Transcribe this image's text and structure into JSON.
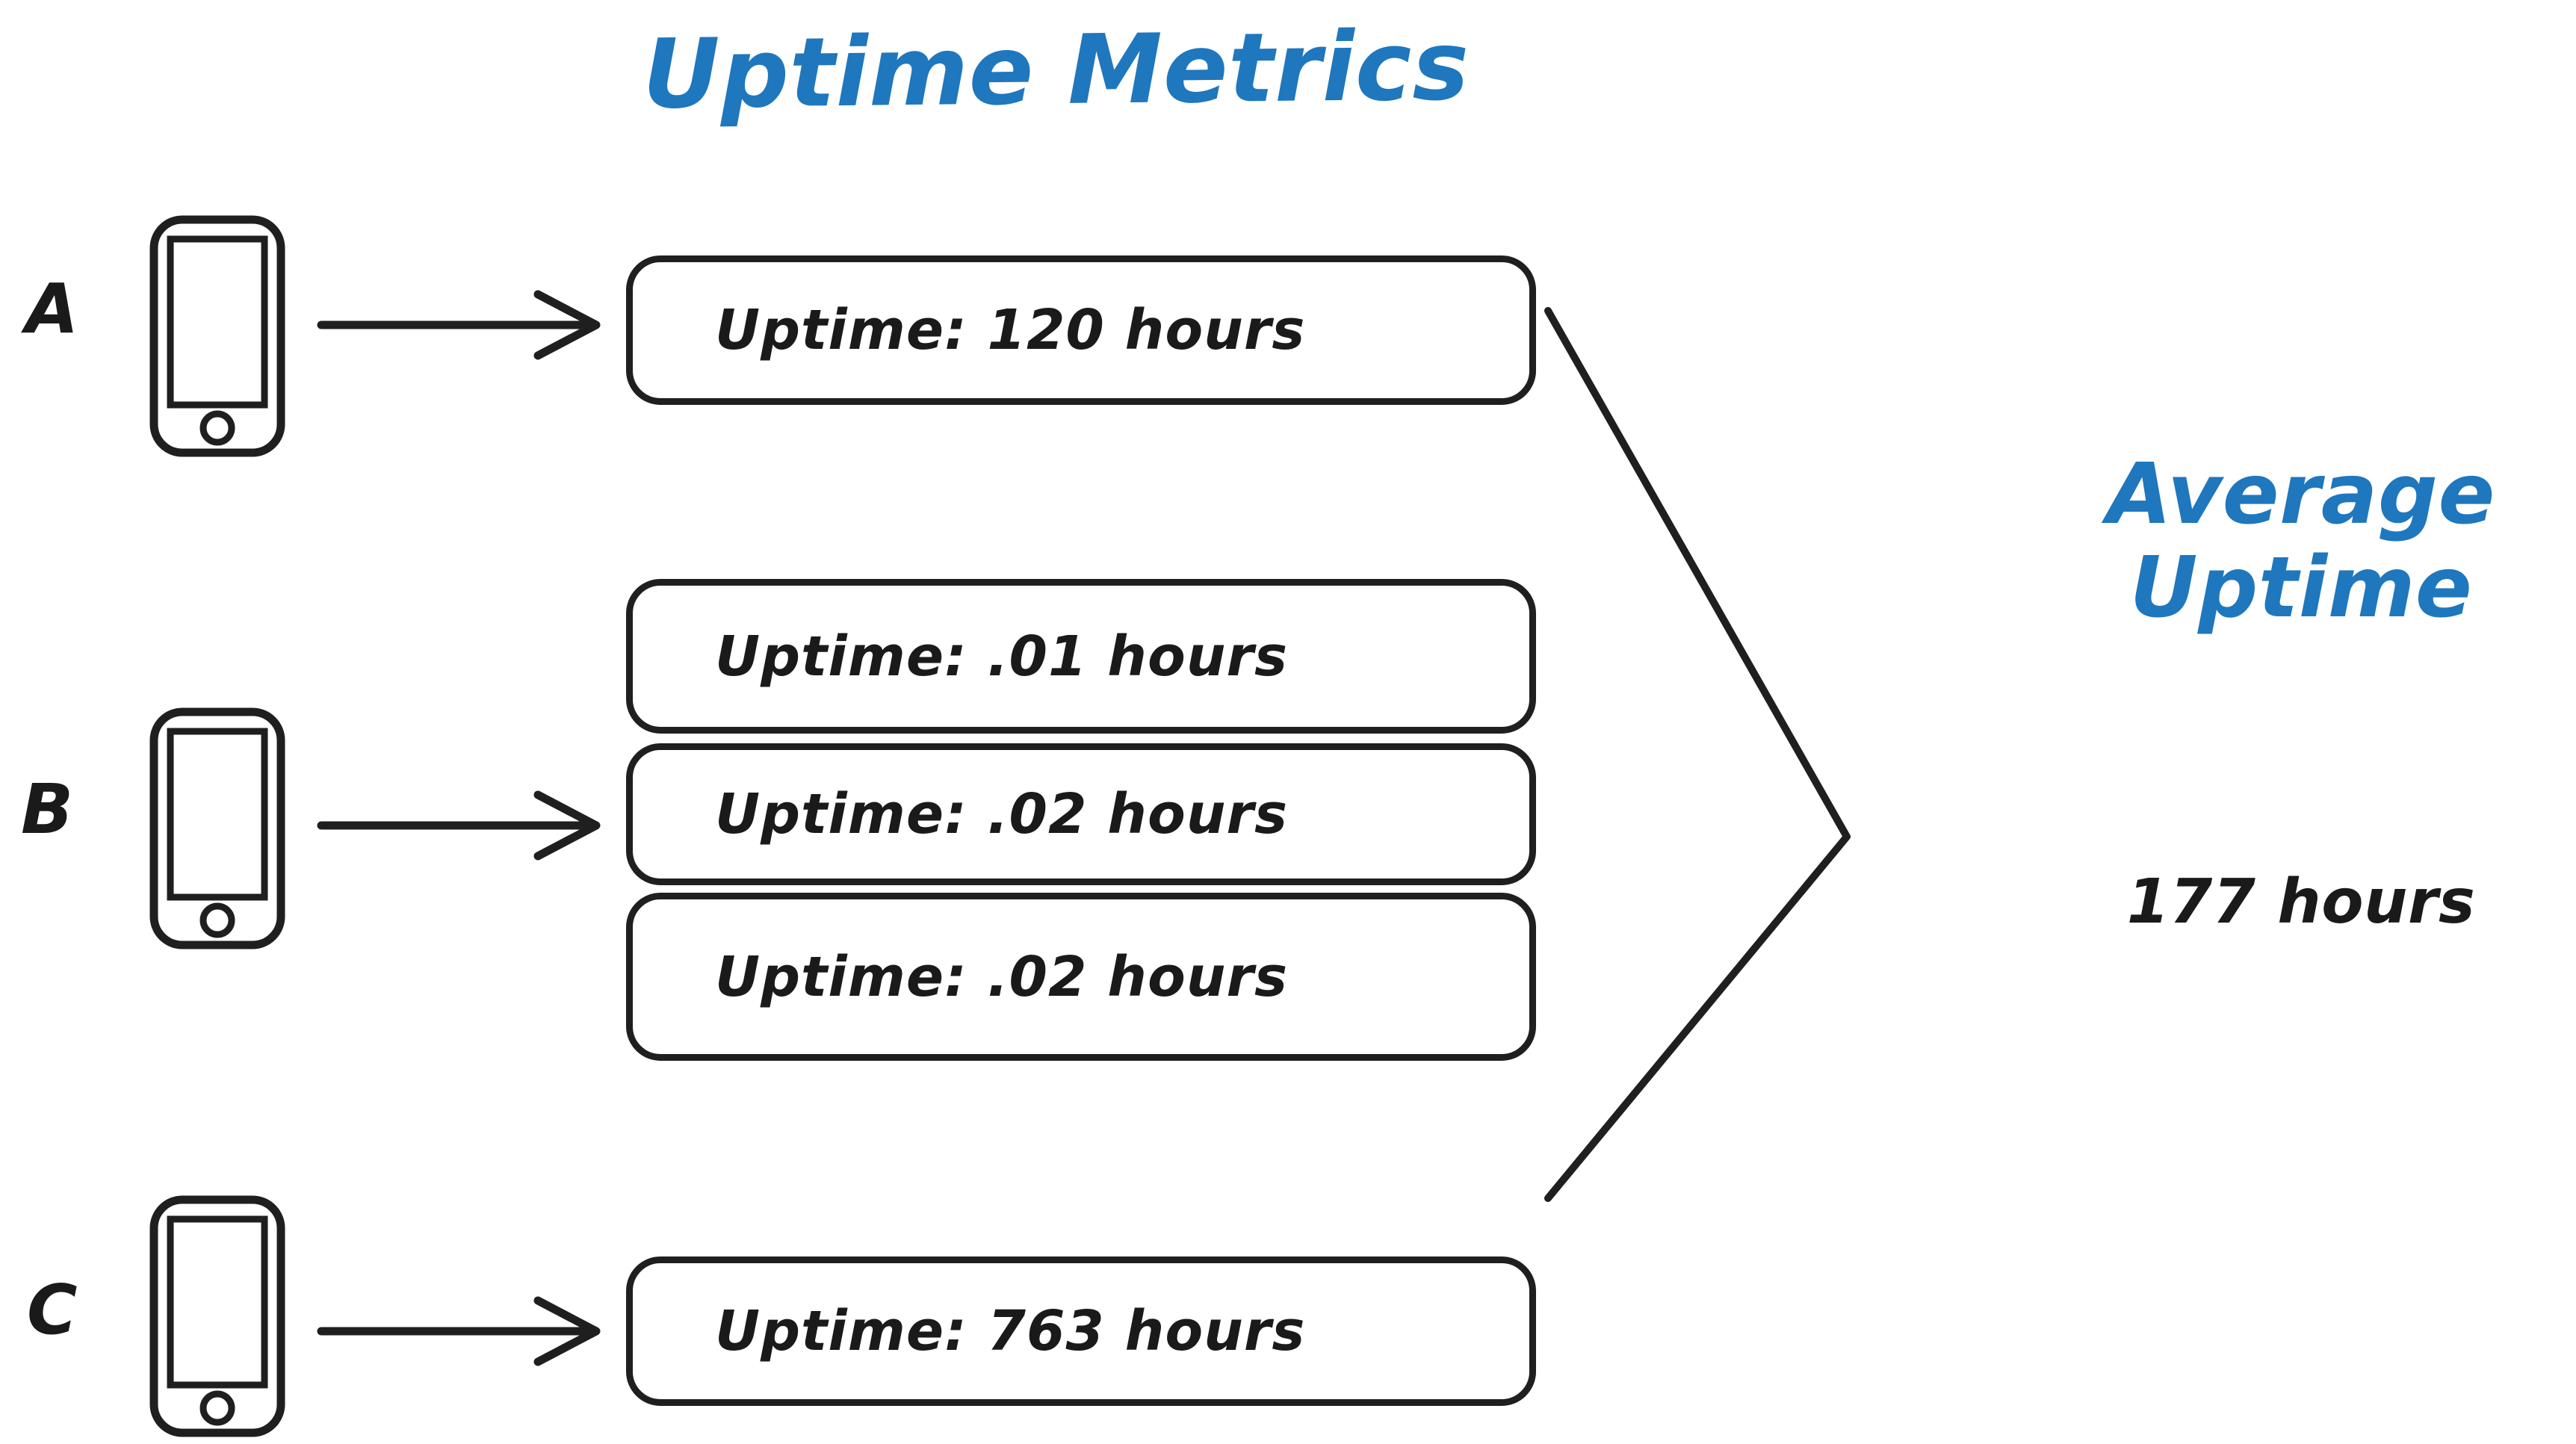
{
  "title": "Uptime Metrics",
  "rows": [
    {
      "label": "A",
      "device_icon": "smartphone-icon",
      "arrow_icon": "arrow-right-icon",
      "metrics": [
        "Uptime: 120 hours"
      ]
    },
    {
      "label": "B",
      "device_icon": "smartphone-icon",
      "arrow_icon": "arrow-right-icon",
      "metrics": [
        "Uptime: .01 hours",
        "Uptime: .02 hours",
        "Uptime: .02 hours"
      ]
    },
    {
      "label": "C",
      "device_icon": "smartphone-icon",
      "arrow_icon": "arrow-right-icon",
      "metrics": [
        "Uptime: 763 hours"
      ]
    }
  ],
  "summary": {
    "title_line1": "Average",
    "title_line2": "Uptime",
    "value": "177 hours",
    "connector_icon": "chevron-right-connector"
  },
  "colors": {
    "accent_blue": "#1f77bd",
    "ink_black": "#1a1a1a",
    "background": "#ffffff"
  }
}
